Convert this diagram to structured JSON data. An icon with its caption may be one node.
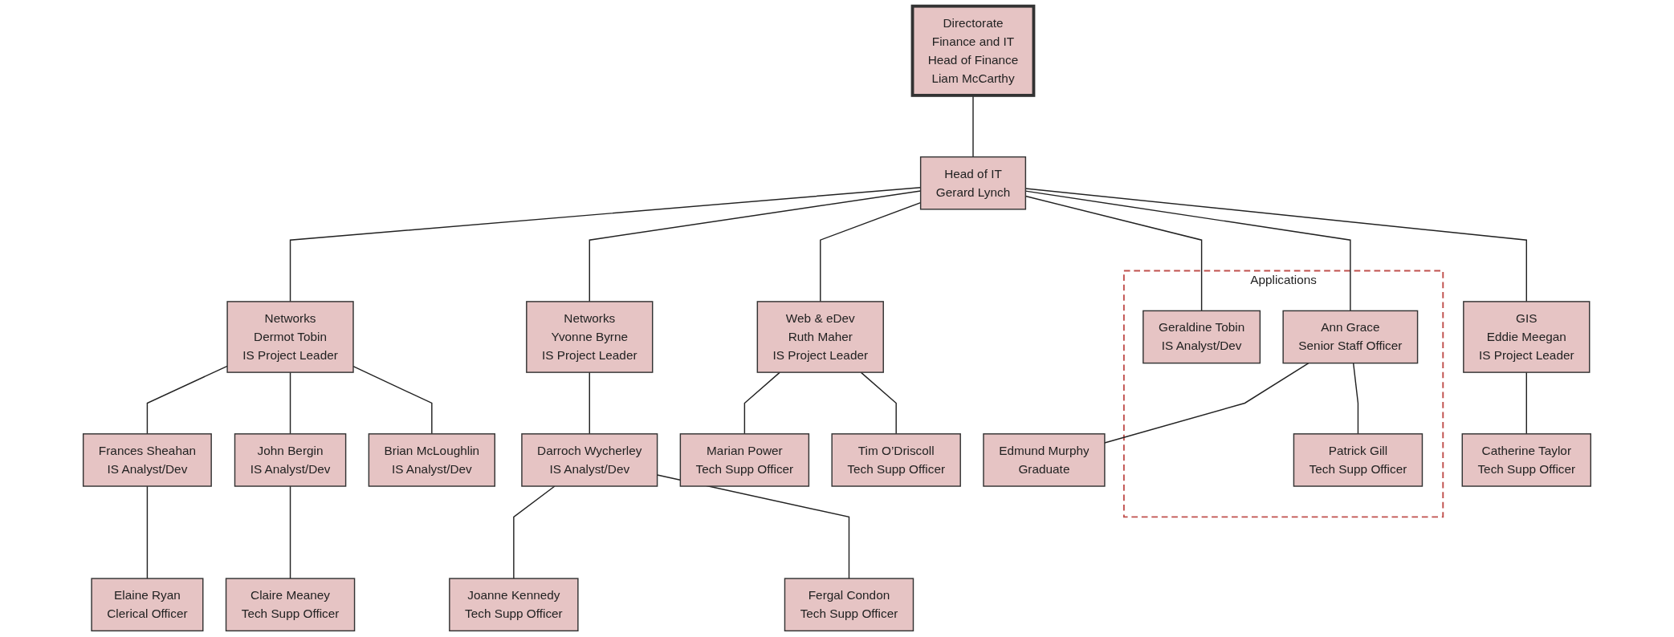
{
  "diagram": {
    "nodes": [
      {
        "text": [
          "Directorate",
          "Finance and IT",
          "Head of Finance",
          "Liam McCarthy"
        ]
      },
      {
        "text": [
          "Head of IT",
          "Gerard Lynch"
        ]
      },
      {
        "text": [
          "Networks",
          "Dermot Tobin",
          "IS Project Leader"
        ]
      },
      {
        "text": [
          "Networks",
          "Yvonne Byrne",
          "IS Project Leader"
        ]
      },
      {
        "text": [
          "Web & eDev",
          "Ruth Maher",
          "IS Project Leader"
        ]
      },
      {
        "text": [
          "GIS",
          "Eddie Meegan",
          "IS Project Leader"
        ]
      },
      {
        "text": [
          "Applications"
        ]
      },
      {
        "text": [
          "Frances Sheahan",
          "IS Analyst/Dev"
        ]
      },
      {
        "text": [
          "John Bergin",
          "IS Analyst/Dev"
        ]
      },
      {
        "text": [
          "Brian McLoughlin",
          "IS Analyst/Dev"
        ]
      },
      {
        "text": [
          "Darroch Wycherley",
          "IS Analyst/Dev"
        ]
      },
      {
        "text": [
          "Geraldine Tobin",
          "IS Analyst/Dev"
        ],
        "in": 6
      },
      {
        "text": [
          "Ann Grace",
          "Senior Staff Officer"
        ],
        "in": 6
      },
      {
        "text": [
          "Claire Meaney",
          "Tech Supp Officer"
        ]
      },
      {
        "text": [
          "Joanne Kennedy",
          "Tech Supp Officer"
        ]
      },
      {
        "text": [
          "Fergal Condon",
          "Tech Supp Officer"
        ]
      },
      {
        "text": [
          "Marian Power",
          "Tech Supp Officer"
        ]
      },
      {
        "text": [
          "Tim O’Driscoll",
          "Tech Supp Officer"
        ]
      },
      {
        "text": [
          "Edmund Murphy",
          "Graduate"
        ]
      },
      {
        "text": [
          "Patrick Gill",
          "Tech Supp Officer"
        ],
        "in": 6
      },
      {
        "text": [
          "Catherine Taylor",
          "Tech Supp Officer"
        ]
      },
      {
        "text": [
          "Elaine Ryan",
          "Clerical Officer"
        ]
      }
    ],
    "edges": [
      {
        "from": 0,
        "to": 1,
        "arrow": "none"
      },
      {
        "from": 1,
        "to": 2,
        "arrow": "none"
      },
      {
        "from": 1,
        "to": 3,
        "arrow": "none"
      },
      {
        "from": 1,
        "to": 4,
        "arrow": "none"
      },
      {
        "from": 1,
        "to": 11,
        "arrow": "none"
      },
      {
        "from": 1,
        "to": 12,
        "arrow": "none"
      },
      {
        "from": 1,
        "to": 5,
        "arrow": "none"
      },
      {
        "from": 2,
        "to": 7,
        "arrow": "none"
      },
      {
        "from": 2,
        "to": 8,
        "arrow": "none"
      },
      {
        "from": 2,
        "to": 9,
        "arrow": "none"
      },
      {
        "from": 7,
        "to": 21,
        "arrow": "none"
      },
      {
        "from": 8,
        "to": 13,
        "arrow": "none"
      },
      {
        "from": 3,
        "to": 10,
        "arrow": "none"
      },
      {
        "from": 10,
        "to": 14,
        "arrow": "none"
      },
      {
        "from": 10,
        "to": 15,
        "arrow": "none"
      },
      {
        "from": 4,
        "to": 16,
        "arrow": "none"
      },
      {
        "from": 4,
        "to": 17,
        "arrow": "none"
      },
      {
        "from": 12,
        "to": 18,
        "arrow": "none"
      },
      {
        "from": 12,
        "to": 19,
        "arrow": "none"
      },
      {
        "from": 5,
        "to": 20,
        "arrow": "none"
      }
    ]
  }
}
